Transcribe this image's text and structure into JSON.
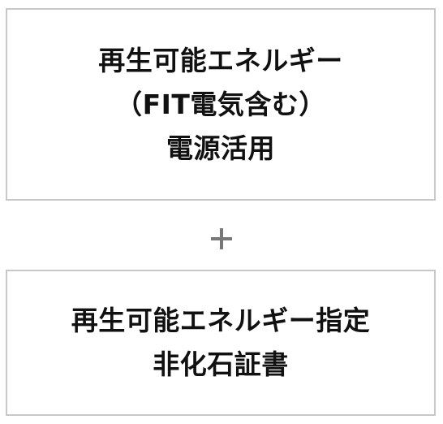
{
  "top_box": {
    "lines": [
      "再生可能エネルギー",
      "（FIT電気含む）",
      "電源活用"
    ]
  },
  "operator": {
    "symbol": "+"
  },
  "bottom_box": {
    "lines": [
      "再生可能エネルギー指定",
      "非化石証書"
    ]
  },
  "colors": {
    "border": "#c8c8c8",
    "text": "#111111",
    "plus": "#777777"
  }
}
